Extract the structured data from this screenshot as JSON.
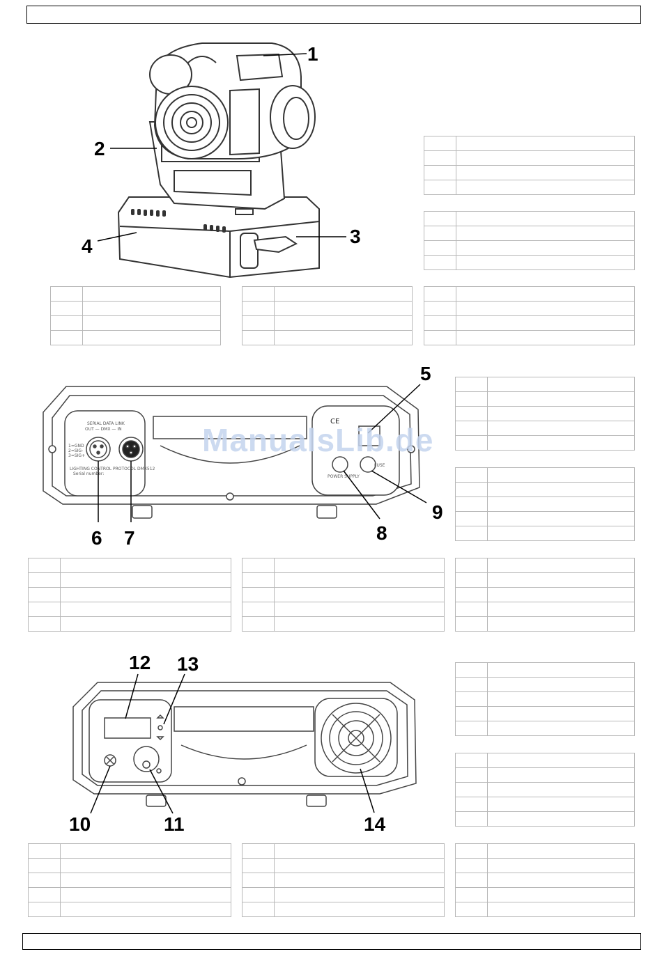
{
  "watermark": "ManualsLib.de",
  "callouts": {
    "c1": "1",
    "c2": "2",
    "c3": "3",
    "c4": "4",
    "c5": "5",
    "c6": "6",
    "c7": "7",
    "c8": "8",
    "c9": "9",
    "c10": "10",
    "c11": "11",
    "c12": "12",
    "c13": "13",
    "c14": "14"
  },
  "rear_panel": {
    "serial_data_link": "SERIAL DATA LINK",
    "dmx_out_in": "OUT — DMX — IN",
    "pins": [
      "1=GND",
      "2=SIG-",
      "3=SIG+"
    ],
    "lighting_control": "LIGHTING CONTROL PROTOCOL DMX512",
    "serial_number": "Serial number:",
    "power_supply": "POWER SUPPLY",
    "fuse": "FUSE",
    "ce": "CE"
  }
}
